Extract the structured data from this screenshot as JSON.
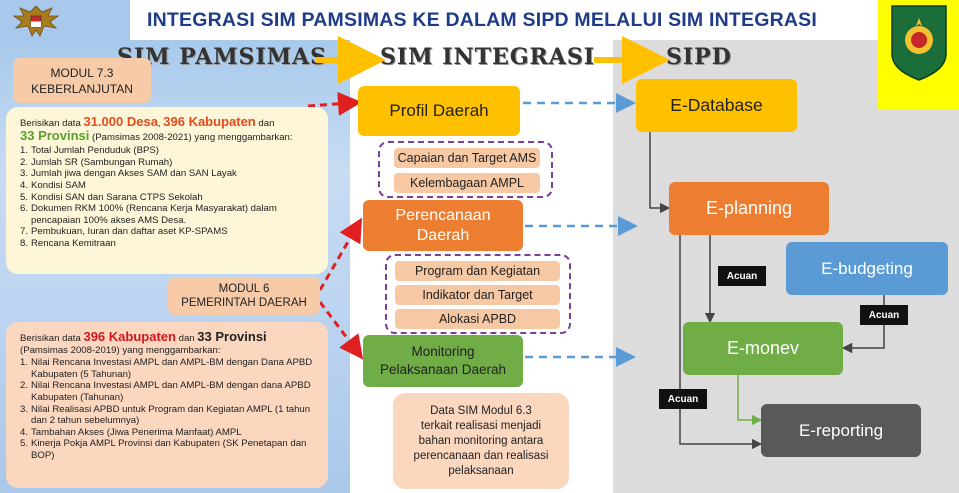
{
  "title": "INTEGRASI SIM PAMSIMAS KE DALAM SIPD MELALUI SIM INTEGRASI",
  "headers": {
    "left": "SIM PAMSIMAS",
    "middle": "SIM INTEGRASI",
    "right": "SIPD"
  },
  "modul73": {
    "line1": "MODUL 7.3",
    "line2": "KEBERLANJUTAN"
  },
  "info1": {
    "intro_a": "Berisikan data ",
    "desa": "31.000 Desa",
    "sep1": ", ",
    "kabupaten": "396 Kabupaten",
    "intro_b": " dan",
    "provinsi": "33 Provinsi",
    "intro_c": " (Pamsimas 2008-2021) yang menggambarkan:",
    "items": [
      "Total Jumlah Penduduk (BPS)",
      "Jumlah SR (Sambungan Rumah)",
      "Jumlah jiwa dengan Akses SAM dan SAN Layak",
      "Kondisi SAM",
      "Kondisi SAN dan Sarana CTPS Sekolah",
      "Dokumen RKM 100% (Rencana Kerja Masyarakat) dalam pencapaian 100% akses AMS Desa.",
      "Pembukuan, Iuran dan daftar aset KP-SPAMS",
      "Rencana Kemitraan"
    ]
  },
  "modul6": {
    "line1": "MODUL 6",
    "line2": "PEMERINTAH DAERAH"
  },
  "info2": {
    "intro_a": "Berisikan data ",
    "kabupaten": "396 Kabupaten",
    "intro_b": " dan ",
    "provinsi": "33 Provinsi",
    "intro_c": "(Pamsimas 2008-2019) yang menggambarkan:",
    "items": [
      "Nilai Rencana Investasi AMPL dan AMPL-BM dengan Dana APBD Kabupaten (5 Tahunan)",
      "Nilai Rencana Investasi AMPL dan AMPL-BM dengan dana APBD Kabupaten (Tahunan)",
      "Nilai Realisasi APBD untuk Program dan Kegiatan AMPL (1 tahun dan 2 tahun sebelumnya)",
      "Tambahan Akses (Jiwa Penerima Manfaat) AMPL",
      "Kinerja Pokja AMPL Provinsi dan Kabupaten (SK Penetapan dan BOP)"
    ]
  },
  "middle": {
    "profil": "Profil Daerah",
    "profil_subs": [
      "Capaian dan Target AMS",
      "Kelembagaan AMPL"
    ],
    "perencanaan_line1": "Perencanaan",
    "perencanaan_line2": "Daerah",
    "perencanaan_subs": [
      "Program dan Kegiatan",
      "Indikator dan Target",
      "Alokasi APBD"
    ],
    "monitoring_line1": "Monitoring",
    "monitoring_line2": "Pelaksanaan Daerah",
    "note_lines": [
      "Data SIM Modul 6.3",
      "terkait realisasi menjadi",
      "bahan monitoring antara",
      "perencanaan dan realisasi",
      "pelaksanaan"
    ]
  },
  "sipd": {
    "edatabase": "E-Database",
    "eplanning": "E-planning",
    "ebudgeting": "E-budgeting",
    "emonev": "E-monev",
    "ereporting": "E-reporting",
    "acuan": "Acuan"
  },
  "colors": {
    "title": "#1f3c88",
    "yellow": "#ffc000",
    "orange": "#ed7d31",
    "green": "#70ad47",
    "blue": "#5b9bd5",
    "gray": "#595959",
    "red_arrow": "#e02020",
    "dash_purple": "#7b3f99"
  }
}
